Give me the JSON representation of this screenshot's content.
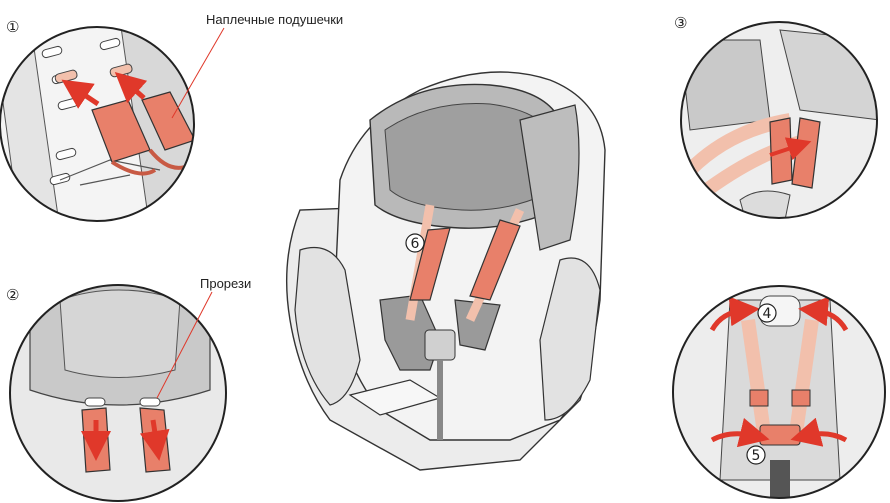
{
  "labels": {
    "shoulder_pads": "Наплечные подушечки",
    "slots": "Прорези"
  },
  "steps": {
    "s1": "①",
    "s2": "②",
    "s3": "③",
    "s4": "4",
    "s5": "5",
    "s6": "6"
  },
  "colors": {
    "pad": "#e8806a",
    "pad_dark": "#c85a44",
    "strap": "#f2c0ac",
    "seat_light": "#e9e9e9",
    "seat_mid": "#c9c9c9",
    "seat_dark": "#9a9a9a",
    "arrow": "#e0382a",
    "outline": "#222222"
  }
}
